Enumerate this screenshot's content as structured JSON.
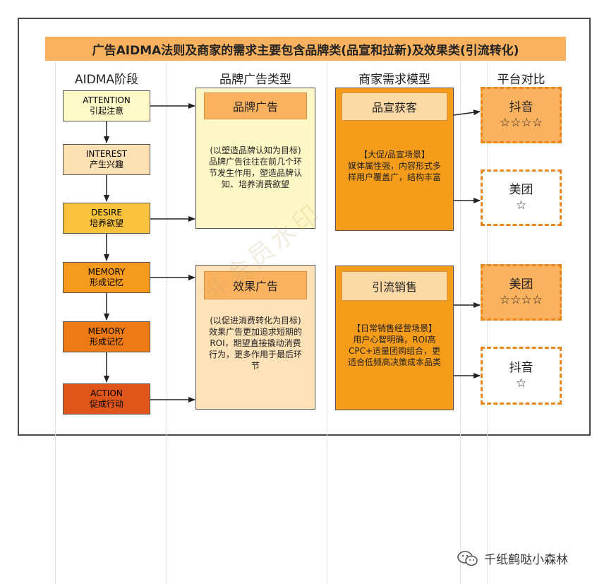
{
  "title": "广告AIDMA法则及商家的需求主要包含品牌类(品宣和拉新)及效果类(引流转化)",
  "columns": [
    "AIDMA阶段",
    "品牌广告类型",
    "商家需求模型",
    "平台对比"
  ],
  "stages": [
    {
      "en": "ATTENTION",
      "zh": "引起注意",
      "color": "#fff9c8"
    },
    {
      "en": "INTEREST",
      "zh": "产生兴趣",
      "color": "#fde0b4"
    },
    {
      "en": "DESIRE",
      "zh": "培养欲望",
      "color": "#f8c23d"
    },
    {
      "en": "MEMORY",
      "zh": "形成记忆",
      "color": "#f59a1c"
    },
    {
      "en": "MEMORY",
      "zh": "形成记忆",
      "color": "#ee7a16"
    },
    {
      "en": "ACTION",
      "zh": "促成行动",
      "color": "#e0561a"
    }
  ],
  "ad_types": [
    {
      "title": "品牌广告",
      "desc": "(以塑造品牌认知为目标)\n品牌广告往往在前几个环\n节发生作用，塑造品牌认\n知、培养消费欲望",
      "bg": "#fff8c6",
      "head_bg": "#fbb25e"
    },
    {
      "title": "效果广告",
      "desc": "(以促进消费转化为目标)\n效果广告更加追求短期的\nROI，期望直接撬动消费\n行为，更多作用于最后环\n节",
      "bg": "#fde2b8",
      "head_bg": "#fbb25e"
    }
  ],
  "demand_models": [
    {
      "title": "品宣获客",
      "desc": "【大促/品宣场景】\n媒体属性强，内容形式多\n样用户覆盖广，结构丰富",
      "bg": "#f59c1a",
      "head_bg": "#fdd9a6"
    },
    {
      "title": "引流销售",
      "desc": "【日常销售经营场景】\n用户心智明确，ROI高\nCPC+适量团购组合，更\n适合低频高决策成本品类",
      "bg": "#f59c1a",
      "head_bg": "#fdd9a6"
    }
  ],
  "platforms": [
    {
      "name": "抖音",
      "stars": "☆☆☆☆",
      "bg": "#fbb25e"
    },
    {
      "name": "美团",
      "stars": "☆",
      "bg": "#ffffff"
    },
    {
      "name": "美团",
      "stars": "☆☆☆☆",
      "bg": "#fbb25e"
    },
    {
      "name": "抖音",
      "stars": "☆",
      "bg": "#ffffff"
    }
  ],
  "watermark": "非会员水印",
  "footer": "千纸鹤哒小森林"
}
